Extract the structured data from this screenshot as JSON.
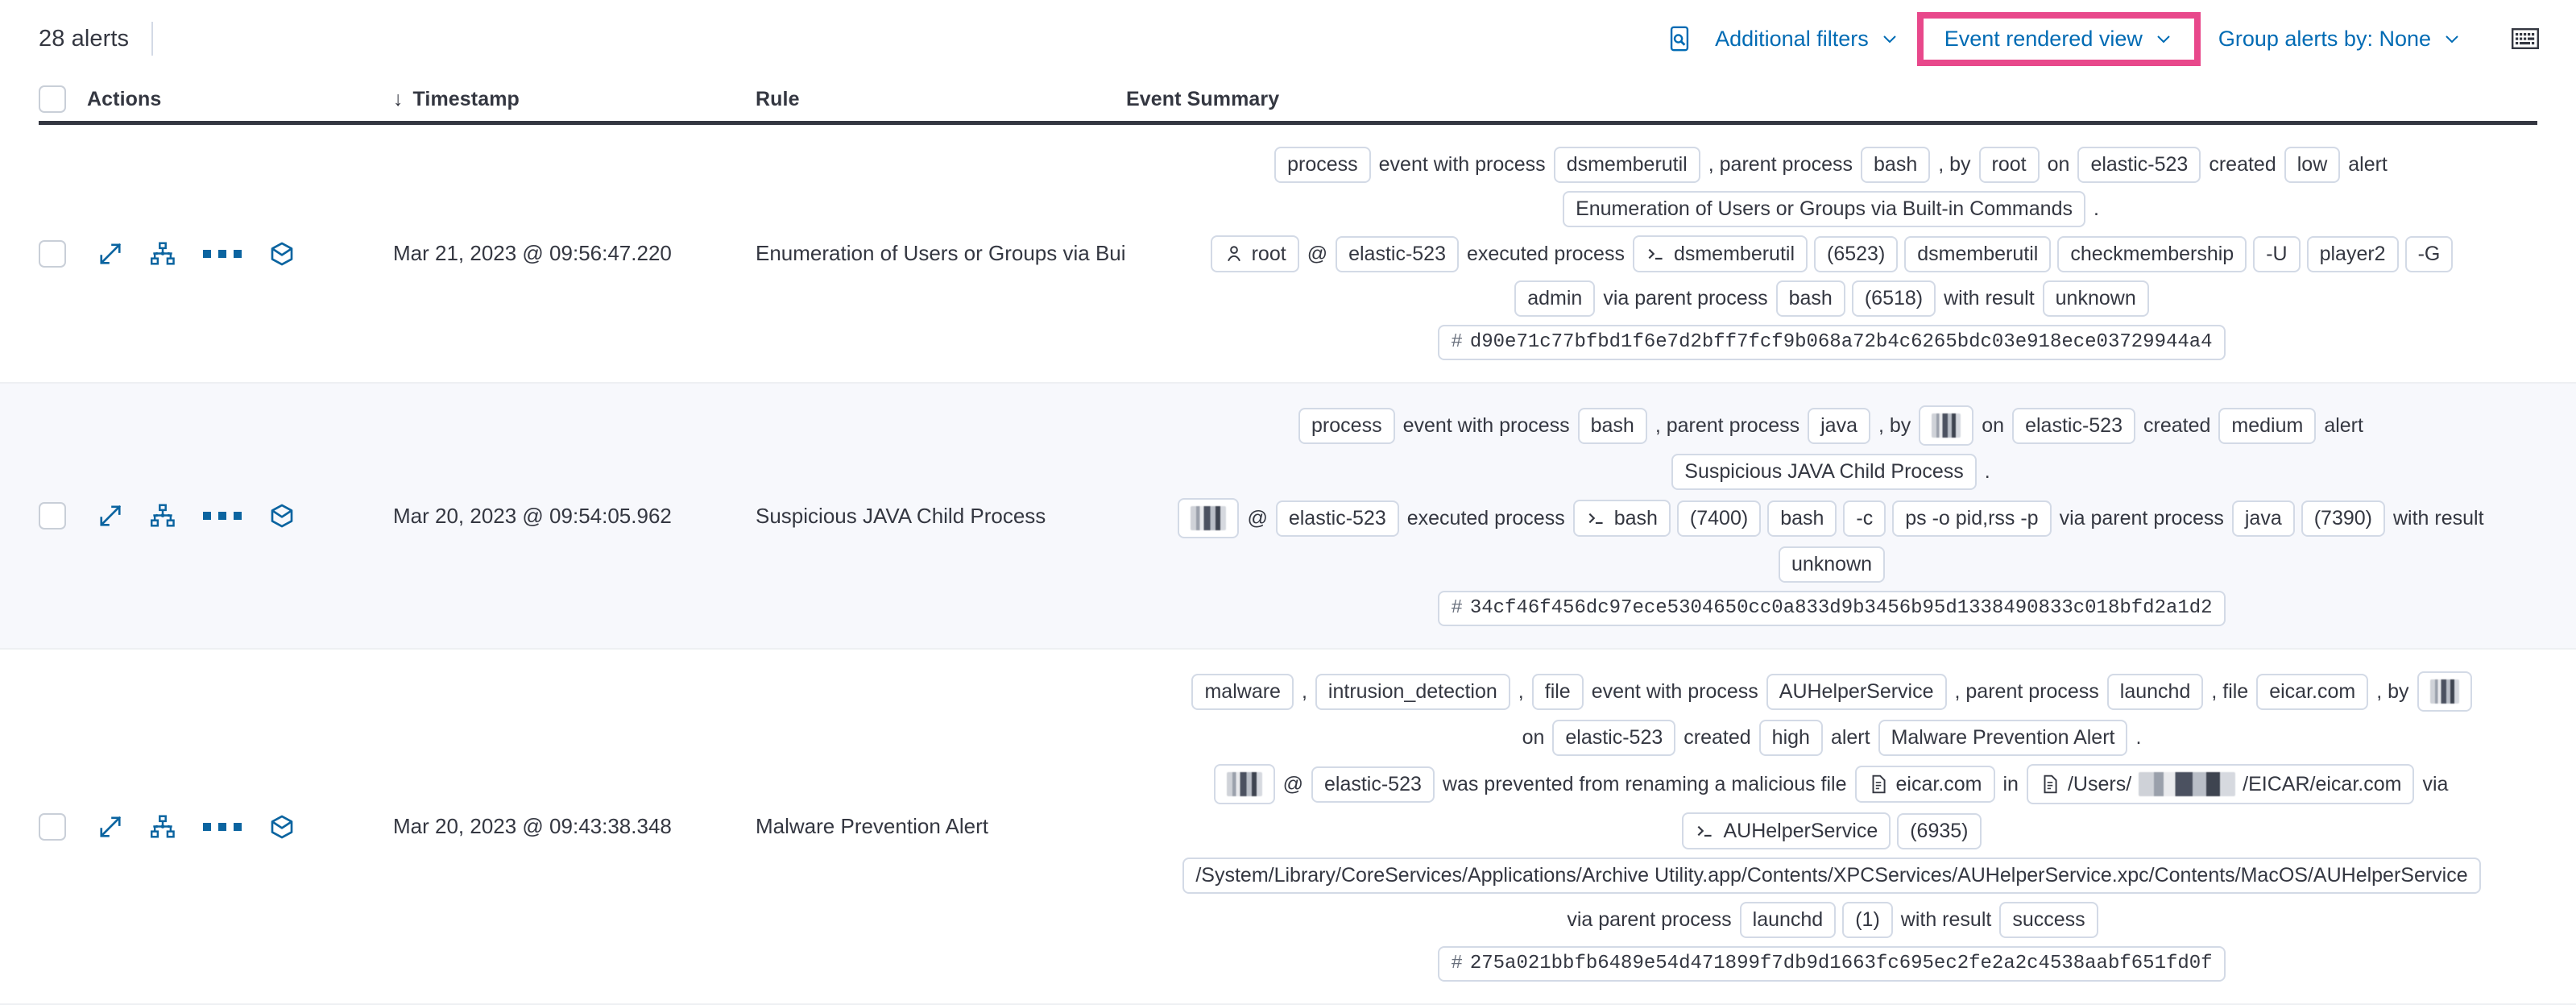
{
  "toolbar": {
    "alert_count": "28 alerts",
    "search_icon": "inspect-search-icon",
    "additional_filters": "Additional filters",
    "event_rendered_view": "Event rendered view",
    "group_alerts_by": "Group alerts by: None",
    "chevron": "∨",
    "keyboard_icon": "keyboard-icon",
    "highlight_color": "#E8488B",
    "link_color": "#006BB4"
  },
  "table": {
    "headers": {
      "actions": "Actions",
      "timestamp": "Timestamp",
      "rule": "Rule",
      "event_summary": "Event Summary",
      "sort_arrow": "↓"
    },
    "rows": [
      {
        "timestamp": "Mar 21, 2023 @ 09:56:47.220",
        "rule": "Enumeration of Users or Groups via Bui",
        "summary_lines": [
          [
            {
              "t": "chip",
              "v": "process"
            },
            {
              "t": "word",
              "v": "event with process"
            },
            {
              "t": "chip",
              "v": "dsmemberutil"
            },
            {
              "t": "word",
              "v": ", parent process"
            },
            {
              "t": "chip",
              "v": "bash"
            },
            {
              "t": "word",
              "v": ", by"
            },
            {
              "t": "chip",
              "v": "root"
            },
            {
              "t": "word",
              "v": "on"
            },
            {
              "t": "chip",
              "v": "elastic-523"
            },
            {
              "t": "word",
              "v": "created"
            },
            {
              "t": "chip",
              "v": "low"
            },
            {
              "t": "word",
              "v": "alert"
            }
          ],
          [
            {
              "t": "chip",
              "v": "Enumeration of Users or Groups via Built-in Commands"
            },
            {
              "t": "word",
              "v": "."
            }
          ],
          [
            {
              "t": "chip",
              "v": "root",
              "icon": "user-icon"
            },
            {
              "t": "word",
              "v": "@"
            },
            {
              "t": "chip",
              "v": "elastic-523"
            },
            {
              "t": "word",
              "v": "executed process"
            },
            {
              "t": "chip",
              "v": "dsmemberutil",
              "icon": "console-icon"
            },
            {
              "t": "chip",
              "v": "(6523)"
            },
            {
              "t": "chip",
              "v": "dsmemberutil"
            },
            {
              "t": "chip",
              "v": "checkmembership"
            },
            {
              "t": "chip",
              "v": "-U"
            },
            {
              "t": "chip",
              "v": "player2"
            },
            {
              "t": "chip",
              "v": "-G"
            }
          ],
          [
            {
              "t": "chip",
              "v": "admin"
            },
            {
              "t": "word",
              "v": "via parent process"
            },
            {
              "t": "chip",
              "v": "bash"
            },
            {
              "t": "chip",
              "v": "(6518)"
            },
            {
              "t": "word",
              "v": "with result"
            },
            {
              "t": "chip",
              "v": "unknown"
            }
          ],
          [
            {
              "t": "chip",
              "v": "d90e71c77bfbd1f6e7d2bff7fcf9b068a72b4c6265bdc03e918ece03729944a4",
              "pre": "#",
              "mono": true
            }
          ]
        ]
      },
      {
        "timestamp": "Mar 20, 2023 @ 09:54:05.962",
        "rule": "Suspicious JAVA Child Process",
        "summary_lines": [
          [
            {
              "t": "chip",
              "v": "process"
            },
            {
              "t": "word",
              "v": "event with process"
            },
            {
              "t": "chip",
              "v": "bash"
            },
            {
              "t": "word",
              "v": ", parent process"
            },
            {
              "t": "chip",
              "v": "java"
            },
            {
              "t": "word",
              "v": ", by"
            },
            {
              "t": "chip",
              "v": "",
              "redacted": "tiny"
            },
            {
              "t": "word",
              "v": "on"
            },
            {
              "t": "chip",
              "v": "elastic-523"
            },
            {
              "t": "word",
              "v": "created"
            },
            {
              "t": "chip",
              "v": "medium"
            },
            {
              "t": "word",
              "v": "alert"
            }
          ],
          [
            {
              "t": "chip",
              "v": "Suspicious JAVA Child Process"
            },
            {
              "t": "word",
              "v": "."
            }
          ],
          [
            {
              "t": "chip",
              "v": "",
              "redacted": "normal"
            },
            {
              "t": "word",
              "v": "@"
            },
            {
              "t": "chip",
              "v": "elastic-523"
            },
            {
              "t": "word",
              "v": "executed process"
            },
            {
              "t": "chip",
              "v": "bash",
              "icon": "console-icon"
            },
            {
              "t": "chip",
              "v": "(7400)"
            },
            {
              "t": "chip",
              "v": "bash"
            },
            {
              "t": "chip",
              "v": "-c"
            },
            {
              "t": "chip",
              "v": "ps -o pid,rss -p"
            },
            {
              "t": "word",
              "v": "via parent process"
            },
            {
              "t": "chip",
              "v": "java"
            },
            {
              "t": "chip",
              "v": "(7390)"
            },
            {
              "t": "word",
              "v": "with result"
            }
          ],
          [
            {
              "t": "chip",
              "v": "unknown"
            }
          ],
          [
            {
              "t": "chip",
              "v": "34cf46f456dc97ece5304650cc0a833d9b3456b95d1338490833c018bfd2a1d2",
              "pre": "#",
              "mono": true
            }
          ]
        ]
      },
      {
        "timestamp": "Mar 20, 2023 @ 09:43:38.348",
        "rule": "Malware Prevention Alert",
        "summary_lines": [
          [
            {
              "t": "chip",
              "v": "malware"
            },
            {
              "t": "word",
              "v": ","
            },
            {
              "t": "chip",
              "v": "intrusion_detection"
            },
            {
              "t": "word",
              "v": ","
            },
            {
              "t": "chip",
              "v": "file"
            },
            {
              "t": "word",
              "v": "event with process"
            },
            {
              "t": "chip",
              "v": "AUHelperService"
            },
            {
              "t": "word",
              "v": ", parent process"
            },
            {
              "t": "chip",
              "v": "launchd"
            },
            {
              "t": "word",
              "v": ", file"
            },
            {
              "t": "chip",
              "v": "eicar.com"
            },
            {
              "t": "word",
              "v": ", by"
            },
            {
              "t": "chip",
              "v": "",
              "redacted": "tiny"
            }
          ],
          [
            {
              "t": "word",
              "v": "on"
            },
            {
              "t": "chip",
              "v": "elastic-523"
            },
            {
              "t": "word",
              "v": "created"
            },
            {
              "t": "chip",
              "v": "high"
            },
            {
              "t": "word",
              "v": "alert"
            },
            {
              "t": "chip",
              "v": "Malware Prevention Alert"
            },
            {
              "t": "word",
              "v": "."
            }
          ],
          [
            {
              "t": "chip",
              "v": "",
              "redacted": "normal"
            },
            {
              "t": "word",
              "v": "@"
            },
            {
              "t": "chip",
              "v": "elastic-523"
            },
            {
              "t": "word",
              "v": "was prevented from renaming a malicious file"
            },
            {
              "t": "chip",
              "v": "eicar.com",
              "icon": "file-icon"
            },
            {
              "t": "word",
              "v": "in"
            },
            {
              "t": "chip",
              "v": "/Users/████/EICAR/eicar.com",
              "icon": "file-icon",
              "path_redacted": true
            },
            {
              "t": "word",
              "v": "via"
            }
          ],
          [
            {
              "t": "chip",
              "v": "AUHelperService",
              "icon": "console-icon"
            },
            {
              "t": "chip",
              "v": "(6935)"
            }
          ],
          [
            {
              "t": "chip",
              "v": "/System/Library/CoreServices/Applications/Archive Utility.app/Contents/XPCServices/AUHelperService.xpc/Contents/MacOS/AUHelperService"
            }
          ],
          [
            {
              "t": "word",
              "v": "via parent process"
            },
            {
              "t": "chip",
              "v": "launchd"
            },
            {
              "t": "chip",
              "v": "(1)"
            },
            {
              "t": "word",
              "v": "with result"
            },
            {
              "t": "chip",
              "v": "success"
            }
          ],
          [
            {
              "t": "chip",
              "v": "275a021bbfb6489e54d471899f7db9d1663fc695ec2fe2a2c4538aabf651fd0f",
              "pre": "#",
              "mono": true
            }
          ]
        ]
      }
    ],
    "row_actions": [
      "expand-icon",
      "analyzer-icon",
      "more-actions-icon",
      "session-view-icon"
    ]
  }
}
